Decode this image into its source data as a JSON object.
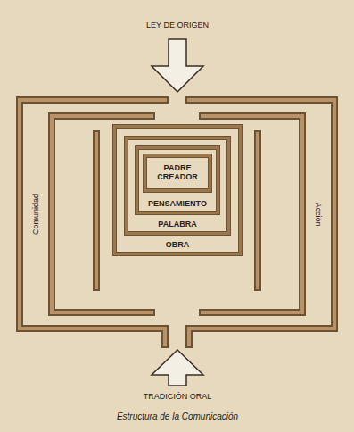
{
  "diagram": {
    "caption": "Estructura de la Comunicación",
    "nodes": [
      {
        "text": [
          "OBRA"
        ]
      },
      {
        "text": [
          "PALABRA"
        ],
        "in": 0
      },
      {
        "text": [
          "PENSAMIENTO"
        ],
        "in": 1
      },
      {
        "text": [
          "PADRE CREADOR"
        ],
        "in": 2
      }
    ],
    "labels": [
      "LEY DE ORIGEN",
      "TRADICIÓN ORAL",
      "Comunidad",
      "Acción"
    ]
  }
}
